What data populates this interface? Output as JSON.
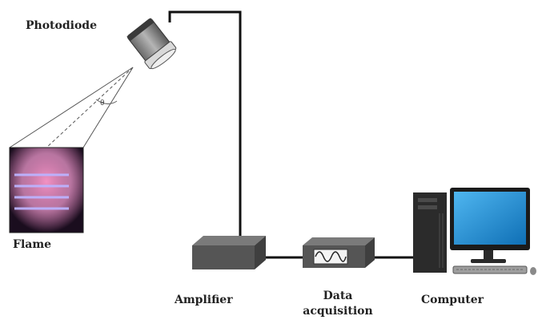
{
  "labels": {
    "photodiode": "Photodiode",
    "flame": "Flame",
    "amplifier": "Amplifier",
    "data_acquisition_line1": "Data",
    "data_acquisition_line2": "acquisition",
    "computer": "Computer"
  },
  "view_angle_symbol": "θ",
  "colors": {
    "cable": "#111111",
    "box_body": "#555555",
    "box_top": "#7a7a7a",
    "flame_bg": "#1a0d1e",
    "flame_glow": "#e06aa8",
    "flame_bands": "#b8b0ff",
    "monitor_screen": "#1e8fd6",
    "tower": "#2b2b2b"
  }
}
